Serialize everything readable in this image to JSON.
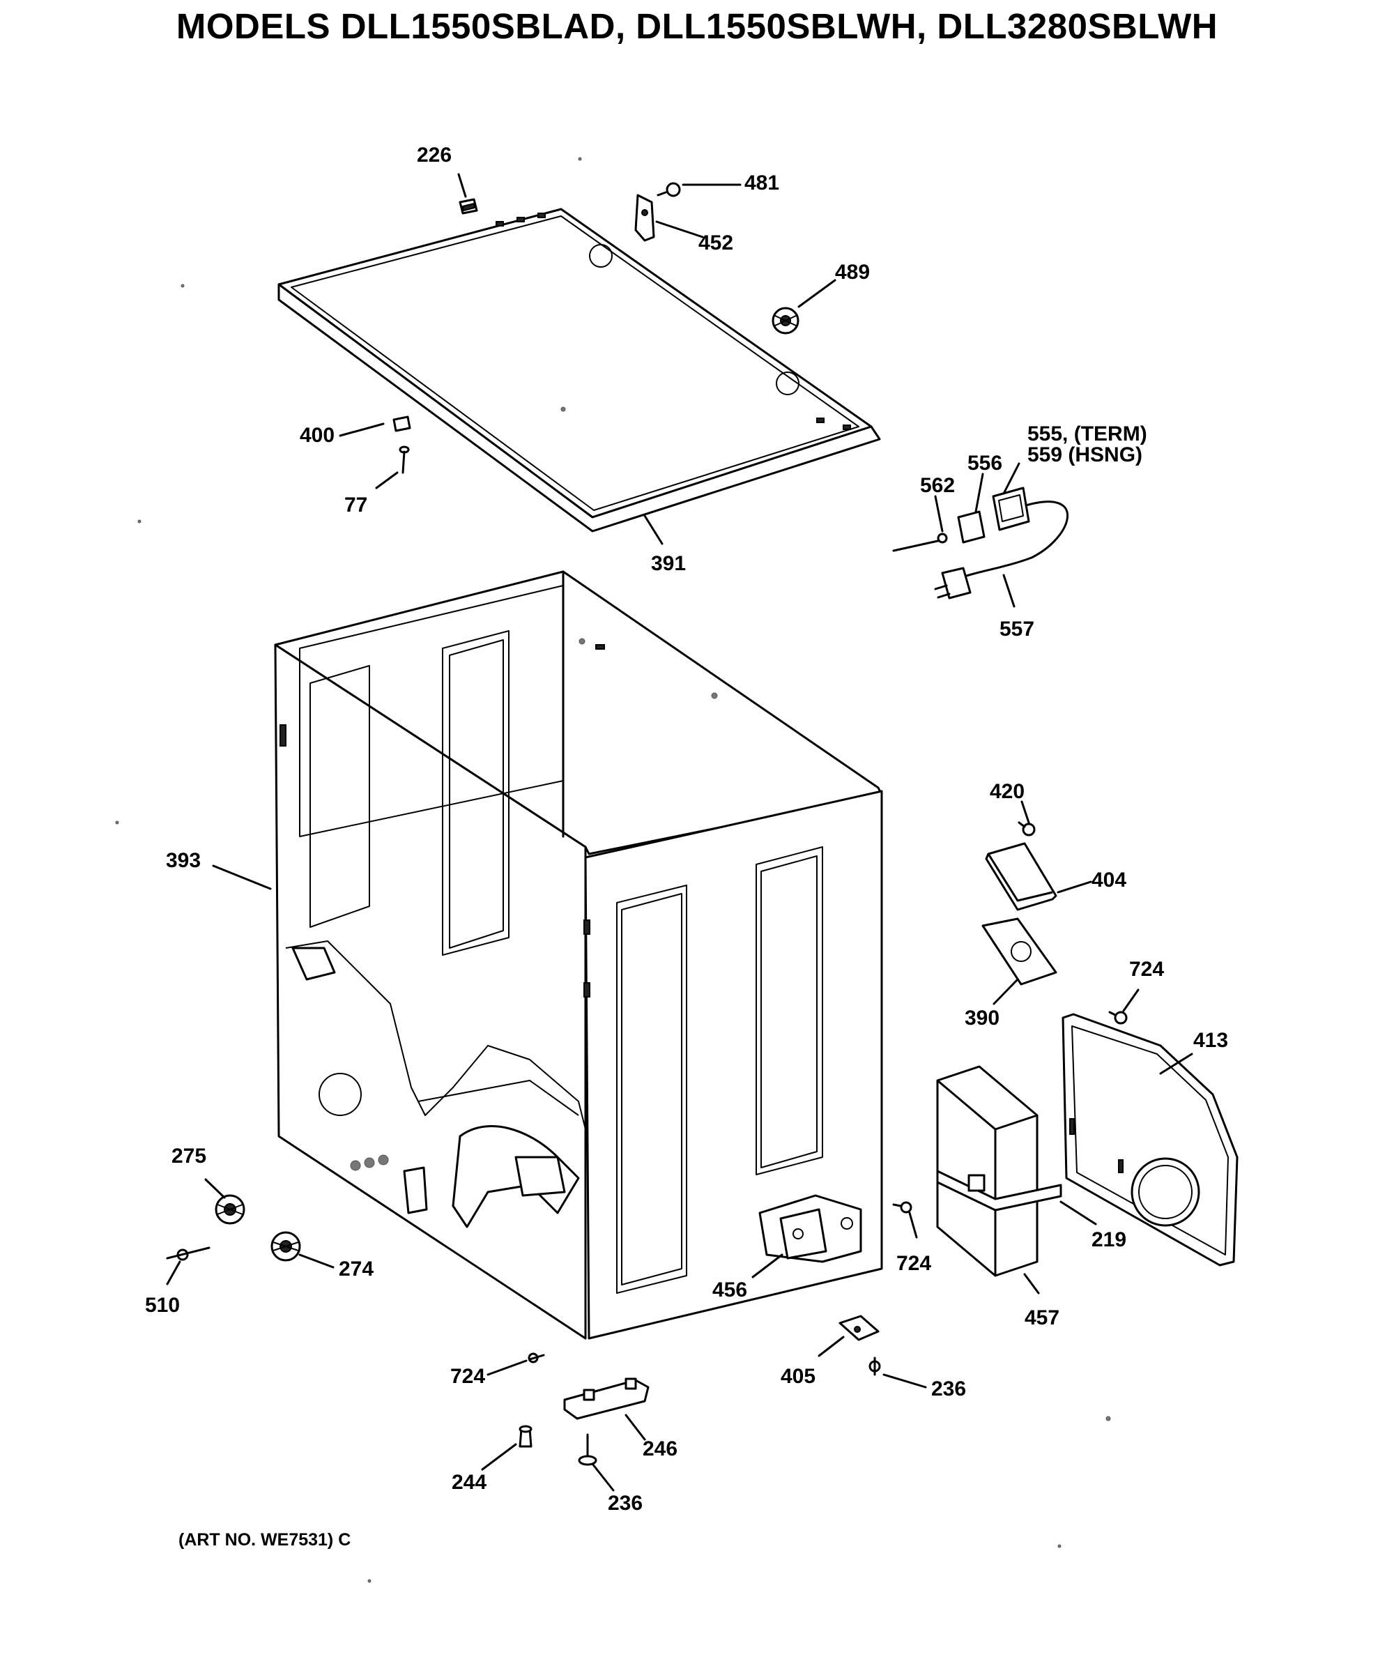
{
  "title": "MODELS DLL1550SBLAD, DLL1550SBLWH, DLL3280SBLWH",
  "art_number": "(ART NO. WE7531) C",
  "callouts": {
    "c226": "226",
    "c481": "481",
    "c452": "452",
    "c489": "489",
    "c400": "400",
    "c77": "77",
    "c391": "391",
    "c555": "555, (TERM)",
    "c559": "559 (HSNG)",
    "c556": "556",
    "c562": "562",
    "c557": "557",
    "c393": "393",
    "c420": "420",
    "c404": "404",
    "c724_a": "724",
    "c390": "390",
    "c413": "413",
    "c275": "275",
    "c274": "274",
    "c510": "510",
    "c456": "456",
    "c724_b": "724",
    "c219": "219",
    "c457": "457",
    "c724_c": "724",
    "c405": "405",
    "c236_a": "236",
    "c246": "246",
    "c244": "244",
    "c236_b": "236"
  }
}
